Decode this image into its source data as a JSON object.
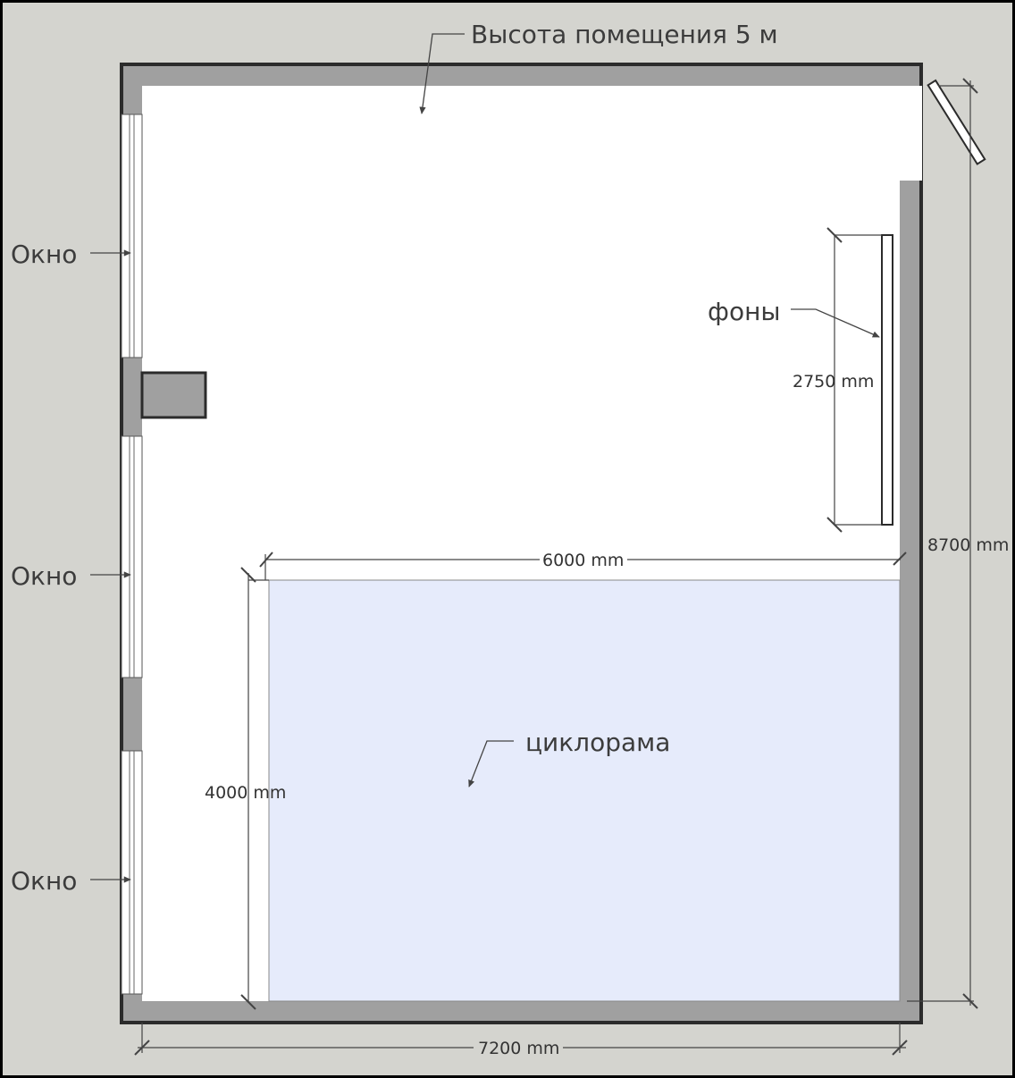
{
  "labels": {
    "ceiling_height": "Высота помещения 5 м",
    "window": "Окно",
    "backdrops": "фоны",
    "cyclorama": "циклорама"
  },
  "dimensions": {
    "room_width": "7200 mm",
    "room_depth": "8700 mm",
    "cyclorama_width": "6000 mm",
    "cyclorama_depth": "4000 mm",
    "backdrop_length": "2750 mm"
  },
  "colors": {
    "background": "#d4d4cf",
    "wall": "#a0a0a0",
    "outline": "#2b2b2b",
    "floor": "#ffffff",
    "cyclorama": "#e6ebfb"
  }
}
